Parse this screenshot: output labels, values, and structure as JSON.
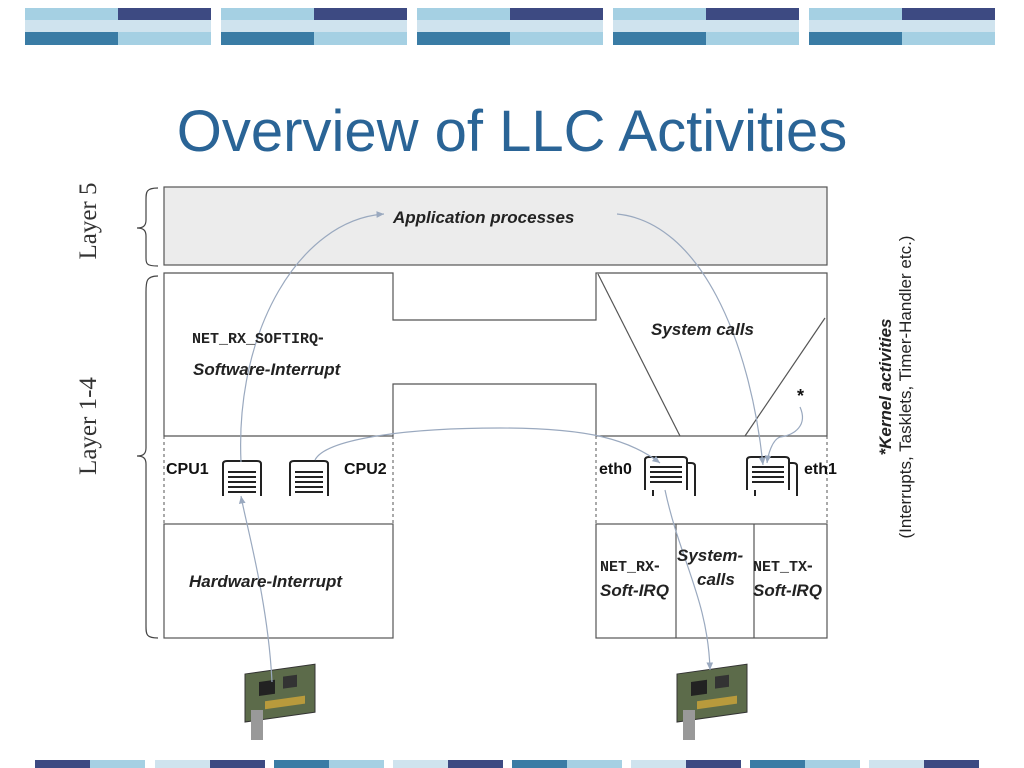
{
  "title": "Overview of LLC Activities",
  "layers": {
    "top": "Layer 5",
    "bottom": "Layer 1-4"
  },
  "boxes": {
    "app": "Application processes",
    "sysc": "System calls",
    "swi_mono": "NET_RX_SOFTIRQ",
    "swi_dash": "-",
    "swi_text": "Software-Interrupt",
    "hwi": "Hardware-Interrupt",
    "netrx_mono": "NET_RX",
    "netrx_dash": "-",
    "netrx_text": "Soft-IRQ",
    "sys2_a": "System-",
    "sys2_b": "calls",
    "nettx_mono": "NET_TX",
    "nettx_dash": "-",
    "nettx_text": "Soft-IRQ",
    "star": "*"
  },
  "devices": {
    "cpu1": "CPU1",
    "cpu2": "CPU2",
    "eth0": "eth0",
    "eth1": "eth1"
  },
  "kernel": {
    "heading": "*Kernel activities",
    "detail": "(Interrupts, Tasklets, Timer-Handler etc.)"
  },
  "colors": {
    "title": "#2a6496",
    "dark_blue": "#3d4a82",
    "teal": "#3a7ca5",
    "light_blue": "#a5d0e3",
    "pale": "#cfe3ee",
    "box_border": "#555555",
    "app_fill": "#ececec",
    "arrow": "#9aa9bf"
  }
}
